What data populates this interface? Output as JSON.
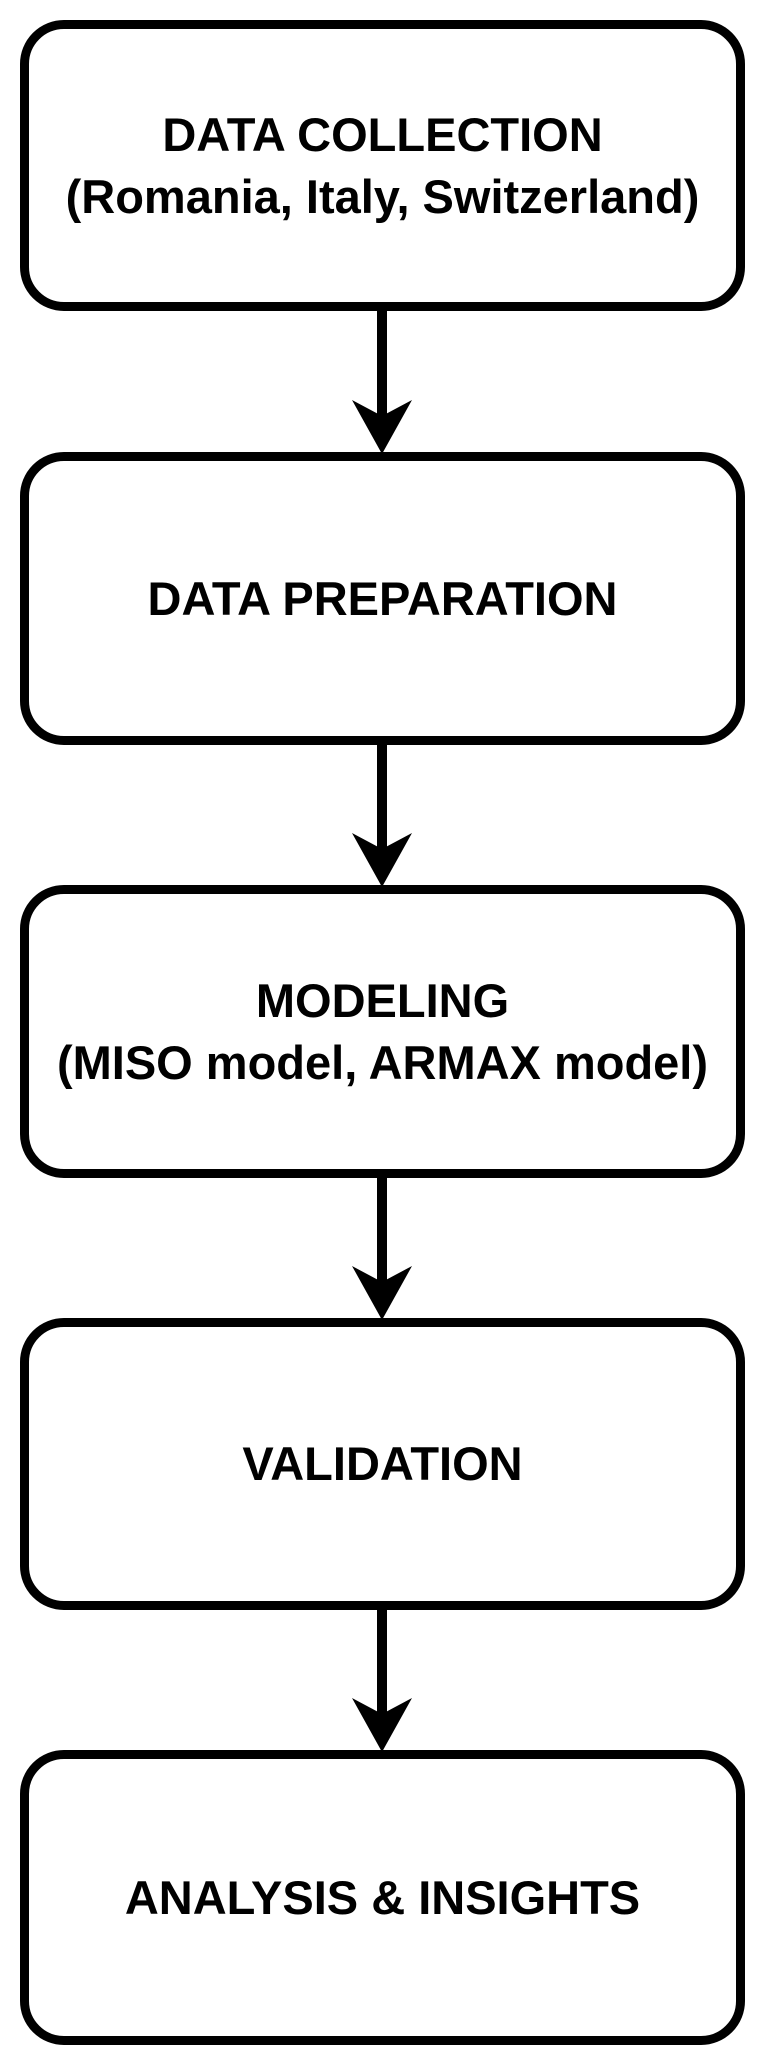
{
  "diagram": {
    "type": "flowchart",
    "direction": "top-down",
    "colors": {
      "node_fill": "#ffffff",
      "node_stroke": "#000000",
      "arrow_color": "#000000",
      "background": "#ffffff",
      "text_color": "#000000"
    },
    "nodes": [
      {
        "id": "data-collection",
        "line1": "DATA COLLECTION",
        "line2": "(Romania, Italy, Switzerland)"
      },
      {
        "id": "data-preparation",
        "line1": "DATA PREPARATION",
        "line2": ""
      },
      {
        "id": "modeling",
        "line1": "MODELING",
        "line2": "(MISO model, ARMAX model)"
      },
      {
        "id": "validation",
        "line1": "VALIDATION",
        "line2": ""
      },
      {
        "id": "analysis-insights",
        "line1": "ANALYSIS & INSIGHTS",
        "line2": ""
      }
    ],
    "edges": [
      {
        "from": "data-collection",
        "to": "data-preparation"
      },
      {
        "from": "data-preparation",
        "to": "modeling"
      },
      {
        "from": "modeling",
        "to": "validation"
      },
      {
        "from": "validation",
        "to": "analysis-insights"
      }
    ]
  }
}
